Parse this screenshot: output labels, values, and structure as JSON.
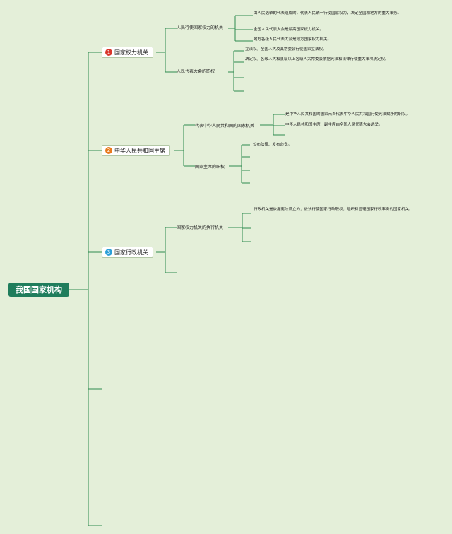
{
  "colors": {
    "background": "#e4efd9",
    "root_fill": "#1f7d5c",
    "line": "#2e8b4f",
    "badge_1": "#d9362b",
    "badge_2": "#e87a1e",
    "badge_3": "#2c9fd8"
  },
  "root": {
    "label": "我国国家机构"
  },
  "branches": [
    {
      "number": "1",
      "label": "国家权力机关",
      "children": [
        {
          "label": "人民行使国家权力的机关",
          "details": [
            "由人民选举的代表组成的，代表人民统一行使国家权力，决定全国和地方的重大事务。",
            "全国人民代表大会是最高国家权力机关。",
            "地方各级人民代表大会是地方国家权力机关。"
          ]
        },
        {
          "label": "人民代表大会的职权",
          "details": [
            "立法权。全国人大及其常委会行使国家立法权。",
            "决定权。各级人大和县级以上各级人大常委会依据宪法和法律行使重大事项决定权。",
            "",
            ""
          ]
        }
      ]
    },
    {
      "number": "2",
      "label": "中华人民共和国主席",
      "children": [
        {
          "label": "代表中华人民共和国的国家机关",
          "details": [
            "是中华人民共和国的国家元首代表中华人民共和国行使宪法赋予的职权。",
            "中华人民共和国主席、副主席由全国人民代表大会选举。"
          ]
        },
        {
          "label": "国家主席的职权",
          "details": [
            "公布法律、发布命令。",
            "",
            "",
            ""
          ]
        }
      ]
    },
    {
      "number": "3",
      "label": "国家行政机关",
      "children": [
        {
          "label": "国家权力机关的执行机关",
          "details": [
            "行政机关是依据宪法设立的，依法行使国家行政职权，组织和管理国家行政事务的国家机关。",
            "",
            ""
          ]
        }
      ]
    }
  ]
}
